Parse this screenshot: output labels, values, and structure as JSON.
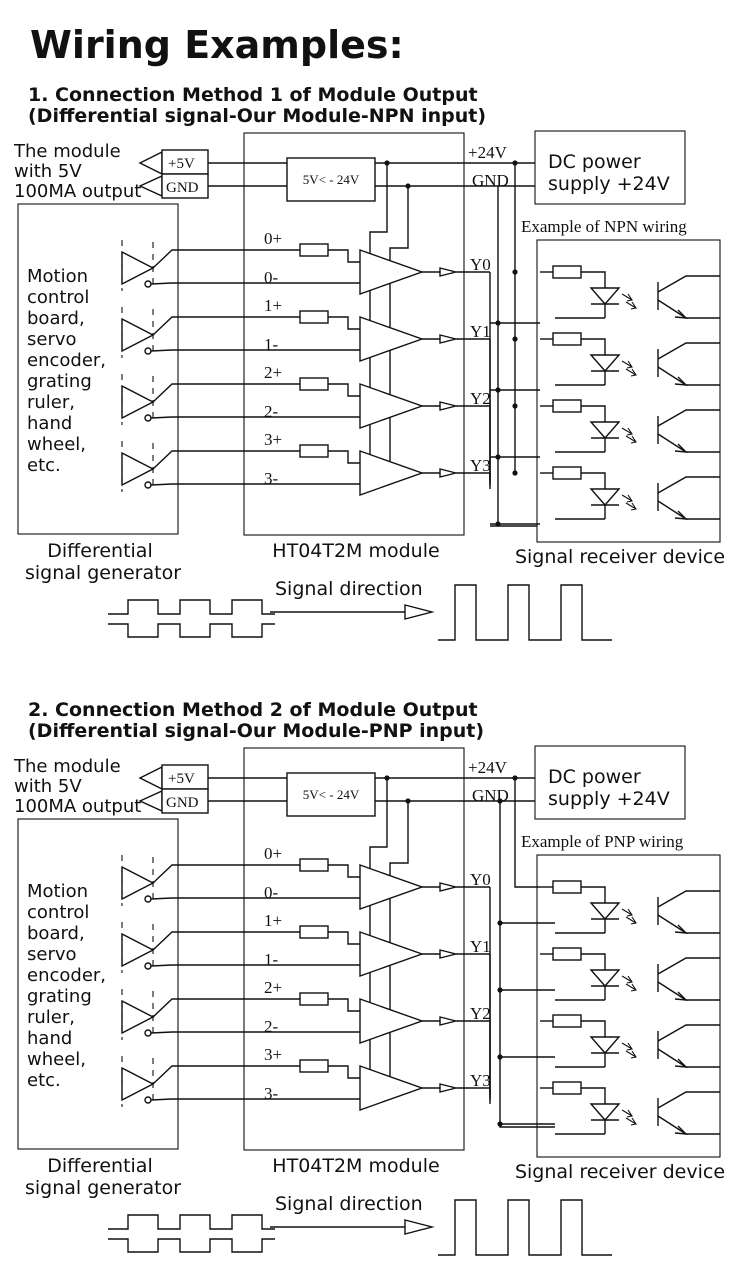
{
  "title": "Wiring Examples:",
  "sections": [
    {
      "heading_line1": "1. Connection Method 1 of Module Output",
      "heading_line2": "(Differential signal-Our Module-NPN input)",
      "module_note": [
        "The module",
        "with 5V",
        "100MA output"
      ],
      "plus5v": "+5V",
      "gnd_in": "GND",
      "converter": "5V< - 24V",
      "plus24v": "+24V",
      "gnd_out": "GND",
      "power": [
        "DC power",
        "supply +24V"
      ],
      "example": "Example of NPN wiring",
      "generator_desc": [
        "Motion",
        "control",
        "board,",
        "servo",
        "encoder,",
        "grating",
        "ruler,",
        "hand",
        "wheel,",
        "etc."
      ],
      "inputs": [
        "0+",
        "0-",
        "1+",
        "1-",
        "2+",
        "2-",
        "3+",
        "3-"
      ],
      "outputs": [
        "Y0",
        "Y1",
        "Y2",
        "Y3"
      ],
      "generator_caption": [
        "Differential",
        "signal generator"
      ],
      "module_caption": "HT04T2M module",
      "receiver_caption": "Signal receiver device",
      "signal_direction": "Signal direction"
    },
    {
      "heading_line1": "2. Connection Method 2 of Module Output",
      "heading_line2": "(Differential signal-Our Module-PNP input)",
      "module_note": [
        "The module",
        "with 5V",
        "100MA output"
      ],
      "plus5v": "+5V",
      "gnd_in": "GND",
      "converter": "5V< - 24V",
      "plus24v": "+24V",
      "gnd_out": "GND",
      "power": [
        "DC power",
        "supply +24V"
      ],
      "example": "Example of PNP wiring",
      "generator_desc": [
        "Motion",
        "control",
        "board,",
        "servo",
        "encoder,",
        "grating",
        "ruler,",
        "hand",
        "wheel,",
        "etc."
      ],
      "inputs": [
        "0+",
        "0-",
        "1+",
        "1-",
        "2+",
        "2-",
        "3+",
        "3-"
      ],
      "outputs": [
        "Y0",
        "Y1",
        "Y2",
        "Y3"
      ],
      "generator_caption": [
        "Differential",
        "signal generator"
      ],
      "module_caption": "HT04T2M module",
      "receiver_caption": "Signal receiver device",
      "signal_direction": "Signal direction"
    }
  ]
}
